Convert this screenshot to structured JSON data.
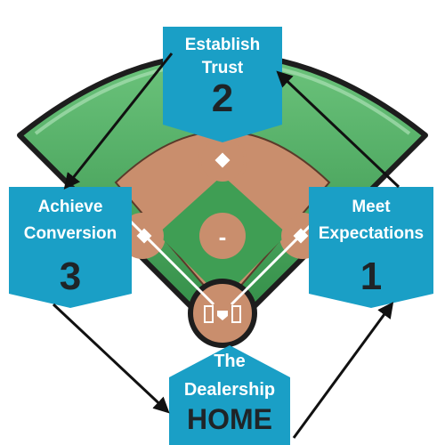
{
  "colors": {
    "sign": "#1a9fc6",
    "grass": "#3f9e54",
    "dirt": "#c98e6d",
    "outline": "#222222",
    "arrow": "#111111"
  },
  "signs": {
    "second_base": {
      "label_line1": "Establish",
      "label_line2": "Trust",
      "number": "2"
    },
    "third_base": {
      "label_line1": "Achieve",
      "label_line2": "Conversion",
      "number": "3"
    },
    "first_base": {
      "label_line1": "Meet",
      "label_line2": "Expectations",
      "number": "1"
    },
    "home_plate": {
      "label_line1": "The",
      "label_line2": "Dealership",
      "number": "HOME"
    }
  },
  "pitchers_mound": {
    "mark": "-"
  },
  "icons": [
    "baseball-field-icon",
    "base-icon",
    "home-plate-icon",
    "arrow-icon"
  ]
}
